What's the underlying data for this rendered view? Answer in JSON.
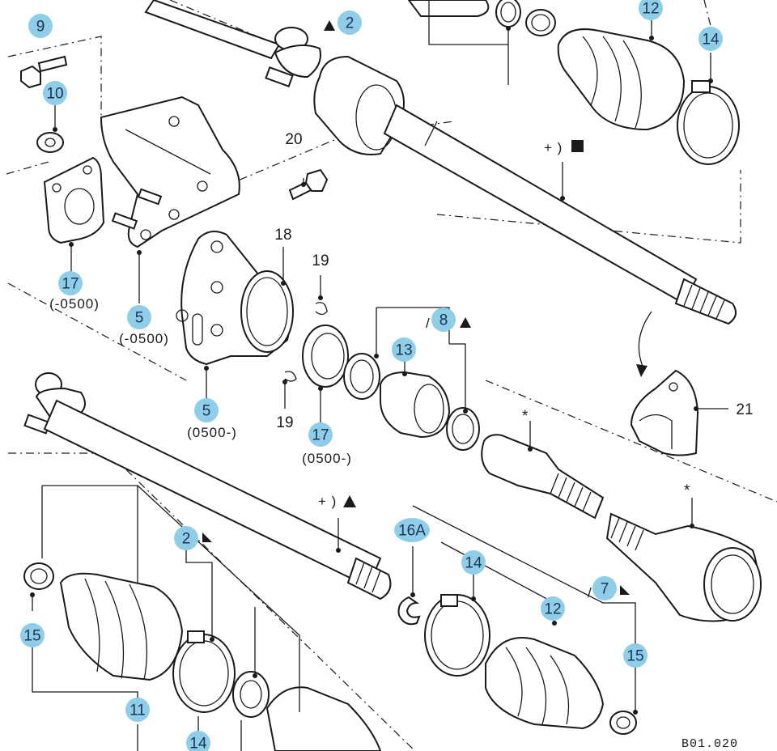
{
  "callouts": [
    {
      "id": "c9",
      "text": "9",
      "bubble": true
    },
    {
      "id": "c10",
      "text": "10",
      "bubble": true
    },
    {
      "id": "c17a",
      "text": "17",
      "bubble": true
    },
    {
      "id": "c17a_note",
      "text": "(-0500)",
      "bubble": false
    },
    {
      "id": "c5a",
      "text": "5",
      "bubble": true
    },
    {
      "id": "c5a_note",
      "text": "(-0500)",
      "bubble": false
    },
    {
      "id": "c5b",
      "text": "5",
      "bubble": true
    },
    {
      "id": "c5b_note",
      "text": "(0500-)",
      "bubble": false
    },
    {
      "id": "c2top",
      "text": "2",
      "bubble": true
    },
    {
      "id": "c12top",
      "text": "12",
      "bubble": true
    },
    {
      "id": "c14top",
      "text": "14",
      "bubble": true
    },
    {
      "id": "c20",
      "text": "20",
      "bubble": false
    },
    {
      "id": "c18",
      "text": "18",
      "bubble": false
    },
    {
      "id": "c19a",
      "text": "19",
      "bubble": false
    },
    {
      "id": "c19b",
      "text": "19",
      "bubble": false
    },
    {
      "id": "c17b",
      "text": "17",
      "bubble": true
    },
    {
      "id": "c17b_note",
      "text": "(0500-)",
      "bubble": false
    },
    {
      "id": "c8",
      "text": "8",
      "bubble": true
    },
    {
      "id": "c13",
      "text": "13",
      "bubble": true
    },
    {
      "id": "c21",
      "text": "21",
      "bubble": false
    },
    {
      "id": "c2mid",
      "text": "2",
      "bubble": true
    },
    {
      "id": "c16a",
      "text": "16A",
      "bubble": true
    },
    {
      "id": "c14mid",
      "text": "14",
      "bubble": true
    },
    {
      "id": "c7",
      "text": "7",
      "bubble": true
    },
    {
      "id": "c12bot",
      "text": "12",
      "bubble": true
    },
    {
      "id": "c15a",
      "text": "15",
      "bubble": true
    },
    {
      "id": "c15b",
      "text": "15",
      "bubble": true
    },
    {
      "id": "c11",
      "text": "11",
      "bubble": true
    },
    {
      "id": "c14bot",
      "text": "14",
      "bubble": true
    }
  ],
  "symbols": {
    "plus_square": "+ )",
    "plus_triangle": "+ )",
    "star": "*"
  },
  "drawing_code": "B01.020",
  "colors": {
    "bubble": "#8fcde9",
    "ink": "#1a1a1a"
  }
}
